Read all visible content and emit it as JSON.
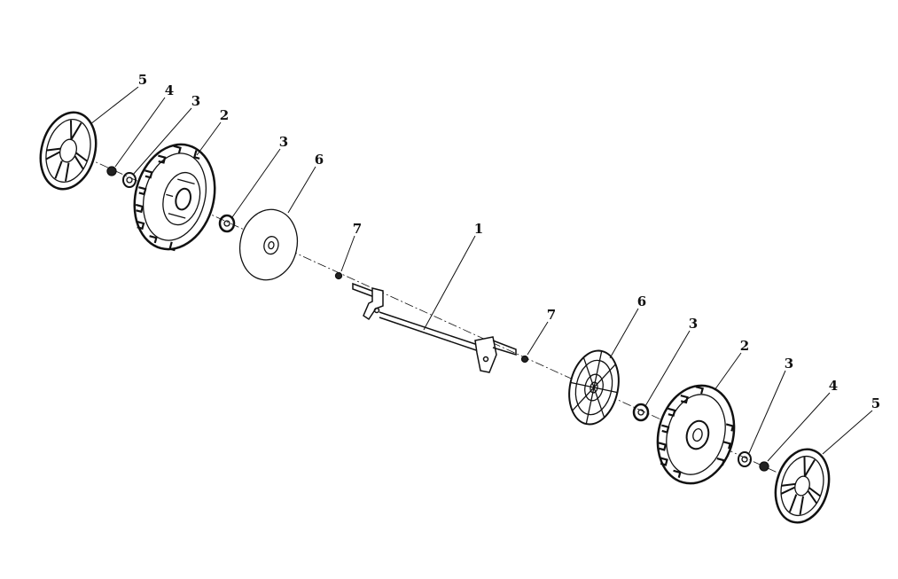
{
  "diagram": {
    "type": "exploded parts view - wheel and axle assembly",
    "callouts": [
      "5",
      "4",
      "3",
      "2",
      "3",
      "6",
      "7",
      "1",
      "7",
      "6",
      "3",
      "2",
      "3",
      "4",
      "5"
    ]
  },
  "colors": {
    "line": "#111111",
    "background": "#ffffff"
  }
}
